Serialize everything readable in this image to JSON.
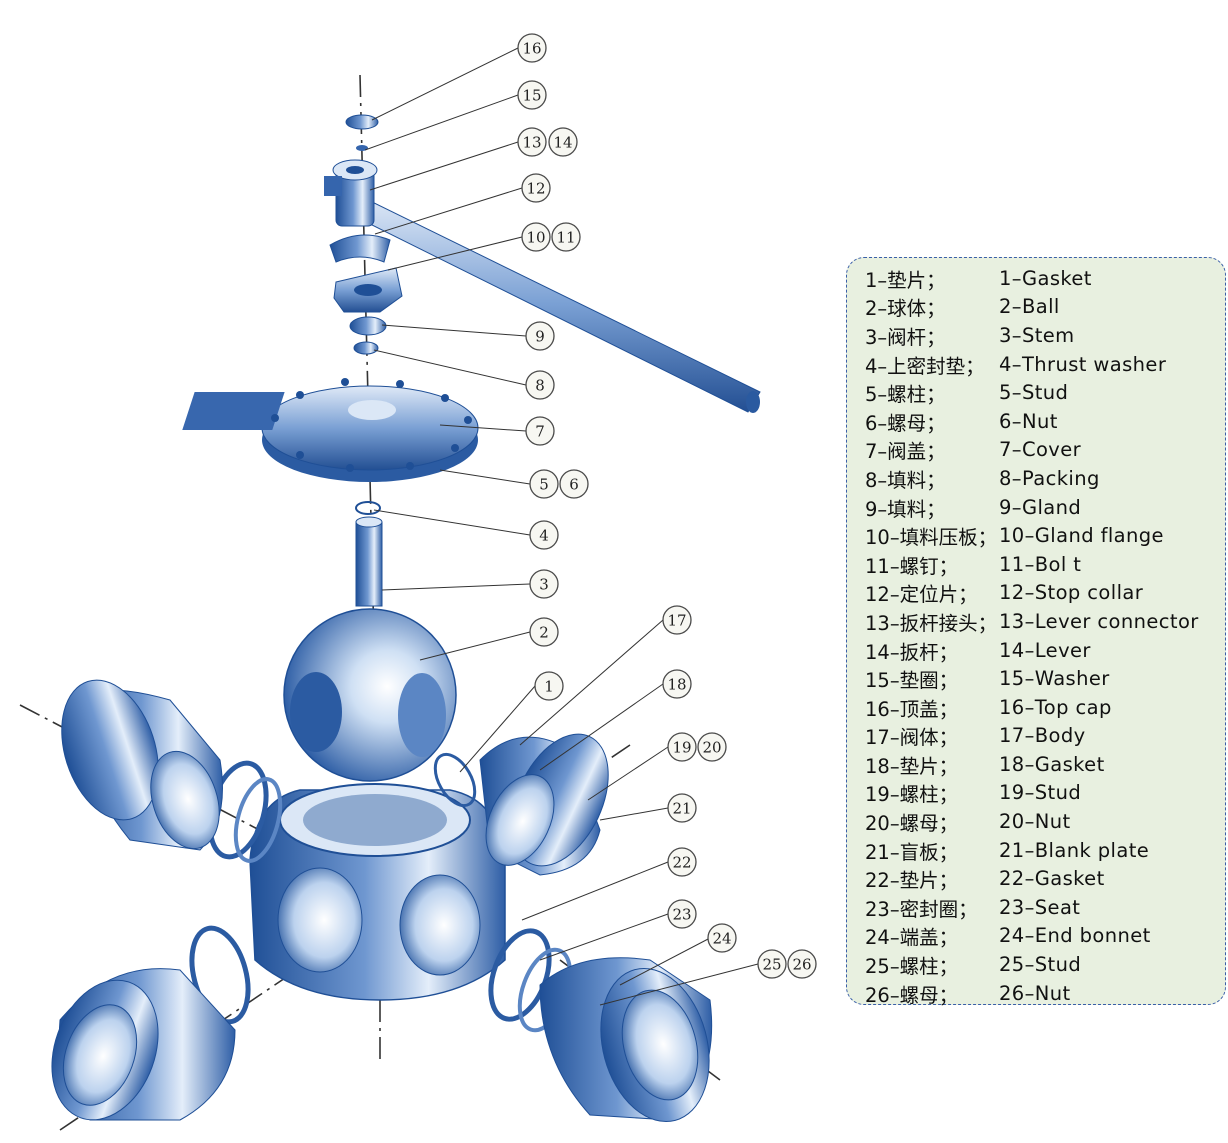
{
  "callouts": [
    "16",
    "15",
    "13",
    "14",
    "12",
    "10",
    "11",
    "9",
    "8",
    "7",
    "5",
    "6",
    "4",
    "3",
    "2",
    "1",
    "17",
    "18",
    "19",
    "20",
    "21",
    "22",
    "23",
    "24",
    "25",
    "26"
  ],
  "legend": [
    {
      "cn": "1–垫片；",
      "en": "1–Gasket"
    },
    {
      "cn": "2–球体；",
      "en": "2–Ball"
    },
    {
      "cn": "3–阀杆；",
      "en": "3–Stem"
    },
    {
      "cn": "4–上密封垫；",
      "en": "4–Thrust washer"
    },
    {
      "cn": "5–螺柱；",
      "en": "5–Stud"
    },
    {
      "cn": "6–螺母；",
      "en": "6–Nut"
    },
    {
      "cn": "7–阀盖；",
      "en": "7–Cover"
    },
    {
      "cn": "8–填料；",
      "en": "8–Packing"
    },
    {
      "cn": "9–填料；",
      "en": "9–Gland"
    },
    {
      "cn": "10–填料压板；",
      "en": "10–Gland flange"
    },
    {
      "cn": "11–螺钉；",
      "en": "11–Bol t"
    },
    {
      "cn": "12–定位片；",
      "en": "12–Stop collar"
    },
    {
      "cn": "13–扳杆接头；",
      "en": "13–Lever connector"
    },
    {
      "cn": "14–扳杆；",
      "en": "14–Lever"
    },
    {
      "cn": "15–垫圈；",
      "en": "15–Washer"
    },
    {
      "cn": "16–顶盖；",
      "en": "16–Top cap"
    },
    {
      "cn": "17–阀体；",
      "en": "17–Body"
    },
    {
      "cn": "18–垫片；",
      "en": "18–Gasket"
    },
    {
      "cn": "19–螺柱；",
      "en": "19–Stud"
    },
    {
      "cn": "20–螺母；",
      "en": "20–Nut"
    },
    {
      "cn": "21–盲板；",
      "en": "21–Blank plate"
    },
    {
      "cn": "22–垫片；",
      "en": "22–Gasket"
    },
    {
      "cn": "23–密封圈；",
      "en": "23–Seat"
    },
    {
      "cn": "24–端盖；",
      "en": "24–End bonnet"
    },
    {
      "cn": "25–螺柱；",
      "en": "25–Stud"
    },
    {
      "cn": "26–螺母；",
      "en": "26–Nut"
    }
  ],
  "colors": {
    "metal_dark": "#1f4f96",
    "metal_mid": "#5b86c4",
    "metal_light": "#e4eefa",
    "legend_bg": "#e8f0e0",
    "legend_border": "#3a5fa8"
  }
}
